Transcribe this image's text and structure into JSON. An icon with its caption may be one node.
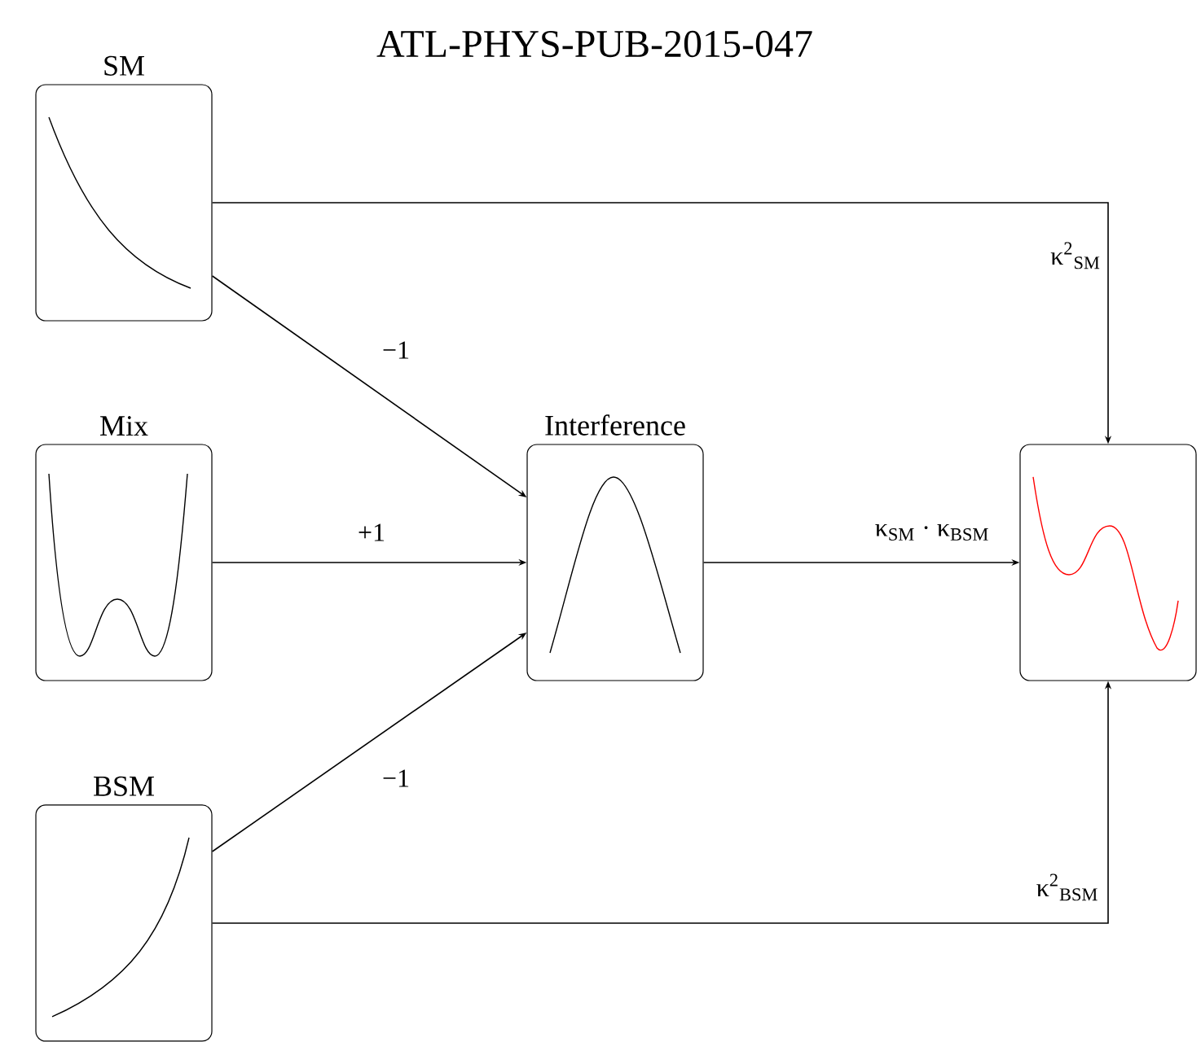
{
  "diagram": {
    "title": "ATL-PHYS-PUB-2015-047",
    "nodes": [
      {
        "text": [
          "SM"
        ]
      },
      {
        "text": [
          "Mix"
        ]
      },
      {
        "text": [
          "Interference"
        ]
      },
      {
        "text": [
          "BSM"
        ]
      },
      {
        "text": [],
        "shape": "box"
      }
    ],
    "edges": [
      {
        "from": 0,
        "to": 4,
        "arrow": "to",
        "label": "κ$^{2}$$_{SM}$"
      },
      {
        "from": 0,
        "to": 2,
        "arrow": "to",
        "label": "−1"
      },
      {
        "from": 1,
        "to": 2,
        "arrow": "to",
        "label": "+1"
      },
      {
        "from": 3,
        "to": 2,
        "arrow": "to",
        "label": "−1"
      },
      {
        "from": 2,
        "to": 4,
        "arrow": "to",
        "label": "κ$_{SM}$ · κ$_{BSM}$"
      },
      {
        "from": 3,
        "to": 4,
        "arrow": "to",
        "label": "κ$^{2}$$_{BSM}$"
      }
    ]
  }
}
